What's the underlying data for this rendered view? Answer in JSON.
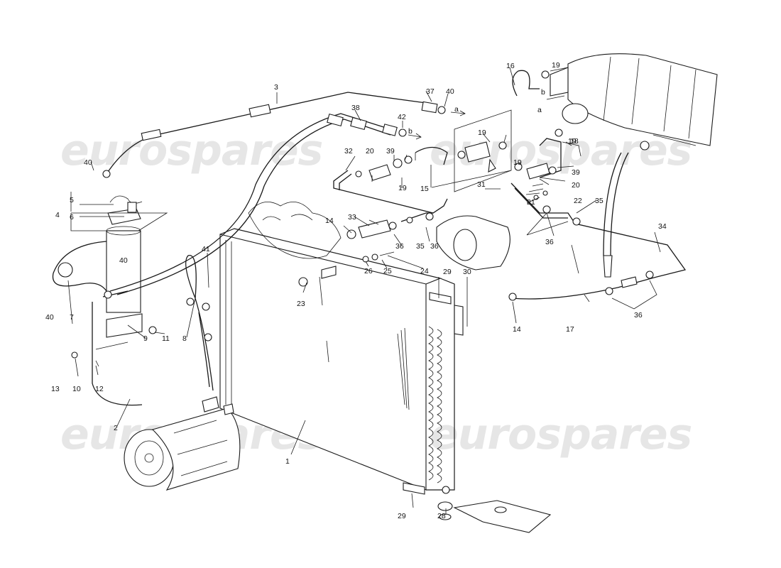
{
  "watermark": "eurospares",
  "labels": [
    "1",
    "2",
    "3",
    "4",
    "5",
    "6",
    "7",
    "8",
    "9",
    "10",
    "11",
    "12",
    "13",
    "14",
    "14",
    "15",
    "16",
    "17",
    "18",
    "19",
    "19",
    "19",
    "19",
    "19",
    "20",
    "20",
    "21",
    "22",
    "23",
    "24",
    "25",
    "26",
    "28",
    "29",
    "29",
    "30",
    "31",
    "32",
    "33",
    "34",
    "35",
    "35",
    "36",
    "36",
    "36",
    "36",
    "37",
    "38",
    "39",
    "39",
    "40",
    "40",
    "40",
    "40",
    "41",
    "42",
    "a",
    "a",
    "b",
    "b"
  ]
}
